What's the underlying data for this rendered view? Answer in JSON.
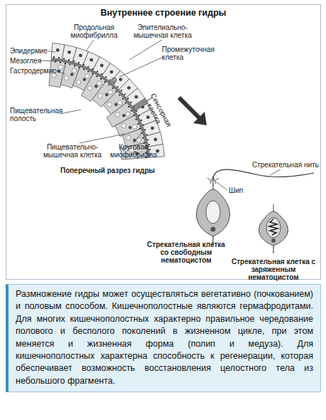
{
  "diagram": {
    "title": "Внутреннее строение гидры",
    "nodes": [
      {
        "text": [
          "Размножение гидры может осуществляться вегетативно (почкованием) и половым способом. Кишечнополостные являются гермафродитами. Для многих кишечнополостных характерно правильное чередование полового и бесполого поколений в жизненном цикле, при этом меняется и жизненная форма (полип и медуза). Для кишечнополостных характерна способность к регенерации, которая обеспечивает возможность восстановления целостного тела из небольшого фрагмента."
        ]
      }
    ],
    "labels": [
      "Продольная миофибрилла",
      "Эпителиально-мышечная клетка",
      "Эпидермис",
      "Мезоглея",
      "Промежуточная клетка",
      "Гастродермис",
      "Пищевательная полость",
      "Сенсорная клетка",
      "Пищевательно-мышечная клетка",
      "Круговая миофибрилла",
      "Поперечный разрез гидры",
      "Стрекательная нить",
      "Шип",
      "Стрекательная клетка со свободным нематоцистом",
      "Стрекательная клетка с заряженным нематоцистом"
    ]
  }
}
